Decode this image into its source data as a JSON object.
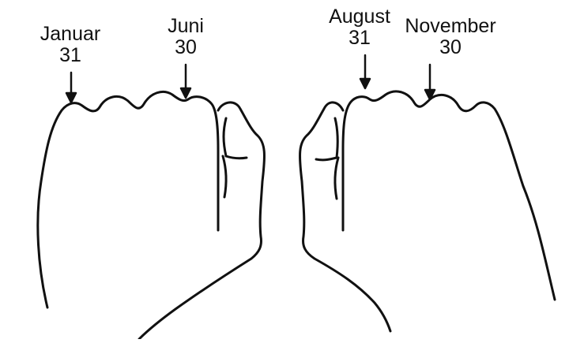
{
  "annotations": [
    {
      "id": "jan",
      "month": "Januar",
      "days": "31"
    },
    {
      "id": "jun",
      "month": "Juni",
      "days": "30"
    },
    {
      "id": "aug",
      "month": "August",
      "days": "31"
    },
    {
      "id": "nov",
      "month": "November",
      "days": "30"
    }
  ],
  "colors": {
    "stroke": "#111111",
    "background": "#ffffff"
  }
}
